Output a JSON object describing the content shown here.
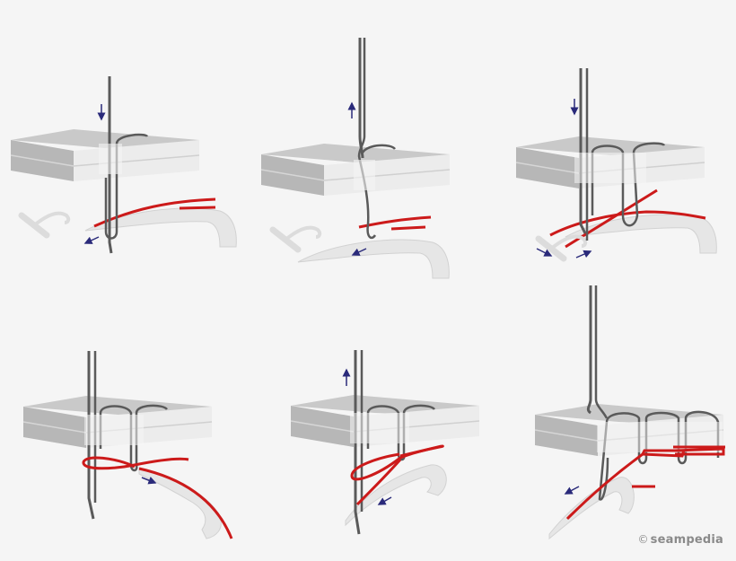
{
  "diagram": {
    "subject": "chain stitch formation (needle, looper, fabric)",
    "panels": [
      {
        "step": 1,
        "needle_motion": "down",
        "looper_motion": "left"
      },
      {
        "step": 2,
        "needle_motion": "up",
        "looper_motion": "left"
      },
      {
        "step": 3,
        "needle_motion": "down",
        "looper_motion": "right"
      },
      {
        "step": 4,
        "looper_motion": "right"
      },
      {
        "step": 5,
        "needle_motion": "up",
        "looper_motion": "left"
      },
      {
        "step": 6,
        "looper_motion": "left"
      }
    ],
    "colors": {
      "background": "#f5f5f5",
      "fabric_top": "#c8c8c8",
      "fabric_side": "#b4b4b4",
      "fabric_front": "#ececec",
      "needle_thread": "#5a5a5a",
      "looper_thread": "#cc1a1a",
      "looper": "#e4e4e4",
      "arrow": "#2a2a7a"
    }
  },
  "credit": {
    "symbol": "©",
    "text": "seampedia"
  }
}
